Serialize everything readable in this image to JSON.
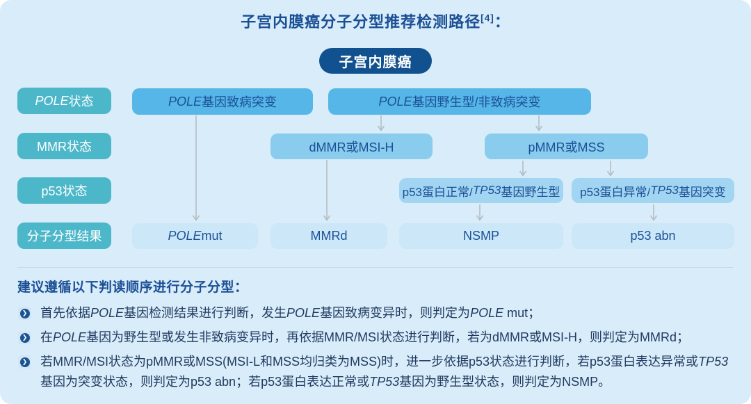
{
  "title": [
    {
      "t": "子宫内膜癌分子分型推荐检测路径"
    },
    {
      "t": "[4]",
      "sup": true
    },
    {
      "t": "："
    }
  ],
  "flow": {
    "root": "子宫内膜癌",
    "row_labels": [
      [
        {
          "t": "POLE",
          "i": true
        },
        {
          "t": " 状态"
        }
      ],
      [
        {
          "t": "MMR状态"
        }
      ],
      [
        {
          "t": "p53状态"
        }
      ],
      [
        {
          "t": "分子分型结果"
        }
      ]
    ],
    "boxes": {
      "pole_pathogenic": [
        {
          "t": "POLE",
          "i": true
        },
        {
          "t": " 基因致病突变"
        }
      ],
      "pole_wildtype": [
        {
          "t": "POLE",
          "i": true
        },
        {
          "t": " 基因野生型/非致病突变"
        }
      ],
      "dmmr_msih": [
        {
          "t": "dMMR或MSI-H"
        }
      ],
      "pmmr_mss": [
        {
          "t": "pMMR或MSS"
        }
      ],
      "p53_normal": [
        {
          "t": "p53蛋白正常/"
        },
        {
          "t": "TP53",
          "i": true
        },
        {
          "t": "基因野生型"
        }
      ],
      "p53_abnormal": [
        {
          "t": "p53蛋白异常/"
        },
        {
          "t": "TP53",
          "i": true
        },
        {
          "t": "基因突变"
        }
      ],
      "result_pole_mut": [
        {
          "t": "POLE",
          "i": true
        },
        {
          "t": " mut"
        }
      ],
      "result_mmrd": [
        {
          "t": "MMRd"
        }
      ],
      "result_nsmp": [
        {
          "t": "NSMP"
        }
      ],
      "result_p53_abn": [
        {
          "t": "p53 abn"
        }
      ]
    }
  },
  "guidance": {
    "heading": "建议遵循以下判读顺序进行分子分型：",
    "bullets": [
      [
        {
          "t": "首先依据"
        },
        {
          "t": "POLE",
          "i": true
        },
        {
          "t": "基因检测结果进行判断，发生"
        },
        {
          "t": "POLE",
          "i": true
        },
        {
          "t": "基因致病变异时，则判定为"
        },
        {
          "t": "POLE",
          "i": true
        },
        {
          "t": " mut；"
        }
      ],
      [
        {
          "t": "在"
        },
        {
          "t": "POLE",
          "i": true
        },
        {
          "t": "基因为野生型或发生非致病变异时，再依据MMR/MSI状态进行判断，若为dMMR或MSI-H，则判定为MMRd；"
        }
      ],
      [
        {
          "t": "若MMR/MSI状态为pMMR或MSS(MSI-L和MSS均归类为MSS)时，进一步依据p53状态进行判断，若p53蛋白表达异常或"
        },
        {
          "t": "TP53",
          "i": true
        },
        {
          "t": "基因为突变状态，则判定为p53 abn；若p53蛋白表达正常或"
        },
        {
          "t": "TP53",
          "i": true
        },
        {
          "t": "基因为野生型状态，则判定为NSMP。"
        }
      ]
    ]
  },
  "icons": {
    "arrow_bullet": "❯"
  },
  "colors": {
    "bg": "#d9ecf9",
    "title": "#1a4f95",
    "badge_bg": "#12518f",
    "badge_text": "#ffffff",
    "label_bg": "#4db7ca",
    "l1_bg": "#57b6e8",
    "l2_bg": "#8accee",
    "l3_bg": "#a2d5f2",
    "l4_bg": "#cce8f8",
    "node_text": "#1a5096",
    "connector": "#b4bcc2",
    "divider": "#c3d8e8",
    "body_text": "#1e3a5f",
    "bullet_icon_bg": "#d3e6f5",
    "bullet_icon_circle": "#1c5492"
  }
}
